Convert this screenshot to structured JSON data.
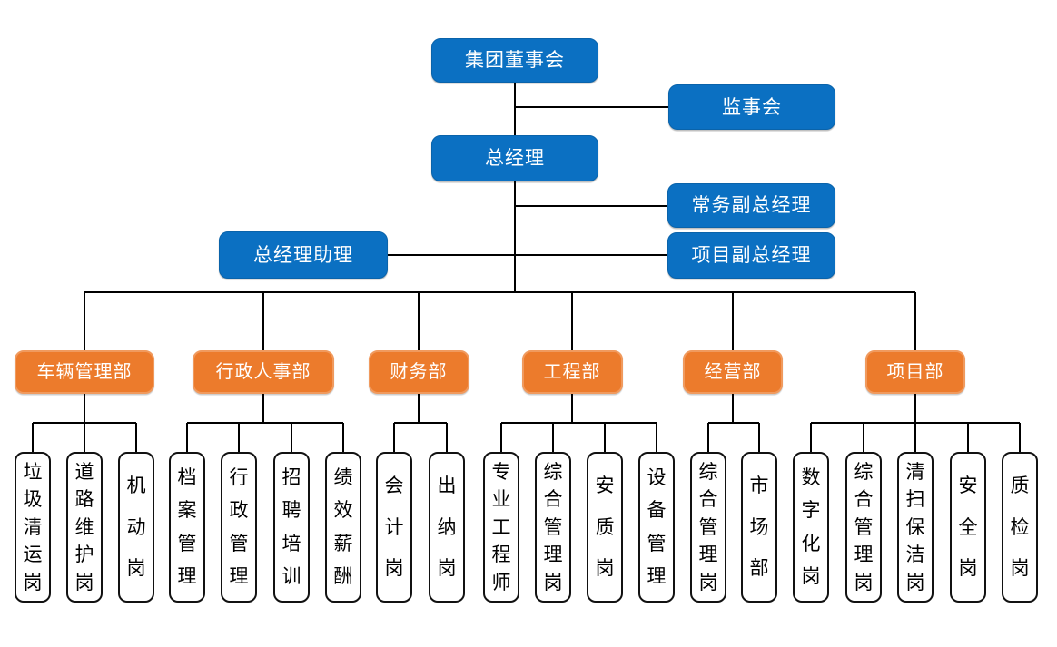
{
  "chart": {
    "type": "org-chart",
    "colors": {
      "executive_fill": "#0b70c2",
      "executive_border": "#0a63aa",
      "department_fill": "#ec7b2c",
      "department_border": "#f09a5e",
      "position_fill": "#ffffff",
      "position_border": "#111111",
      "connector": "#000000",
      "background": "#ffffff",
      "text_on_fill": "#ffffff"
    },
    "nodes": {
      "board": "集团董事会",
      "supervisory": "监事会",
      "gm": "总经理",
      "exec_deputy_gm": "常务副总经理",
      "project_deputy_gm": "项目副总经理",
      "gm_assistant": "总经理助理"
    },
    "departments": [
      {
        "name": "车辆管理部",
        "positions": [
          "垃圾清运岗",
          "道路维护岗",
          "机动岗"
        ]
      },
      {
        "name": "行政人事部",
        "positions": [
          "档案管理",
          "行政管理",
          "招聘培训",
          "绩效薪酬"
        ]
      },
      {
        "name": "财务部",
        "positions": [
          "会计岗",
          "出纳岗"
        ]
      },
      {
        "name": "工程部",
        "positions": [
          "专业工程师",
          "综合管理岗",
          "安质岗",
          "设备管理"
        ]
      },
      {
        "name": "经营部",
        "positions": [
          "综合管理岗",
          "市场部"
        ]
      },
      {
        "name": "项目部",
        "positions": [
          "数字化岗",
          "综合管理岗",
          "清扫保洁岗",
          "安全岗",
          "质检岗"
        ]
      }
    ]
  }
}
